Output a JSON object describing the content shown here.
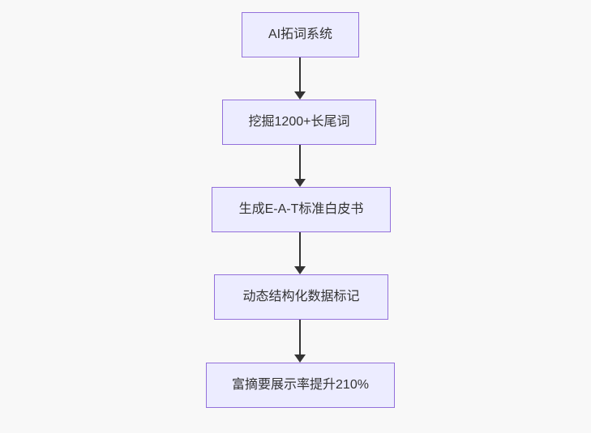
{
  "flowchart": {
    "nodes": [
      {
        "label": "AI拓词系统"
      },
      {
        "label": "挖掘1200+长尾词"
      },
      {
        "label": "生成E-A-T标准白皮书"
      },
      {
        "label": "动态结构化数据标记"
      },
      {
        "label": "富摘要展示率提升210%"
      }
    ],
    "edges": [
      {
        "from": 0,
        "to": 1
      },
      {
        "from": 1,
        "to": 2
      },
      {
        "from": 2,
        "to": 3
      },
      {
        "from": 3,
        "to": 4
      }
    ]
  },
  "theme": {
    "background": "#f8f8f8",
    "node_fill": "#ececff",
    "node_border": "#9370db",
    "text_color": "#333333",
    "arrow_color": "#333333"
  }
}
